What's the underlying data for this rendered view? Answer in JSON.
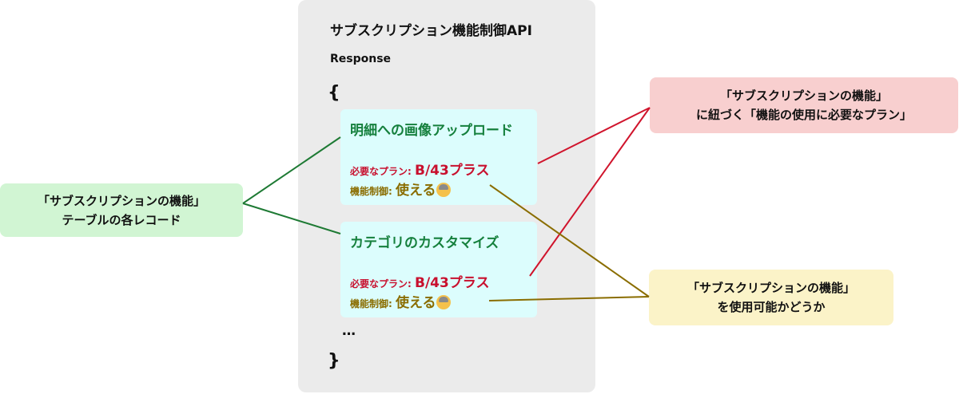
{
  "api": {
    "title": "サブスクリプション機能制御API",
    "response_label": "Response",
    "open_brace": "{",
    "close_brace": "}",
    "ellipsis": "…"
  },
  "records": [
    {
      "name": "明細への画像アップロード",
      "plan_label": "必要なプラン: ",
      "plan_value": "B/43プラス",
      "control_label": "機能制御: ",
      "control_value": "使える"
    },
    {
      "name": "カテゴリのカスタマイズ",
      "plan_label": "必要なプラン: ",
      "plan_value": "B/43プラス",
      "control_label": "機能制御: ",
      "control_value": "使える"
    }
  ],
  "callouts": {
    "left": [
      "「サブスクリプションの機能」",
      "テーブルの各レコード"
    ],
    "top_right": [
      "「サブスクリプションの機能」",
      "に紐づく「機能の使用に必要なプラン」"
    ],
    "bottom_right": [
      "「サブスクリプションの機能」",
      "を使用可能かどうか"
    ]
  },
  "colors": {
    "record_title": "#15803d",
    "plan": "#c8102e",
    "control": "#8a6d00",
    "green_line": "#1e7a34",
    "red_line": "#d0142c",
    "gold_line": "#8a6d00"
  },
  "icons": {
    "control_emoji": "ok-gesture-person-icon"
  }
}
